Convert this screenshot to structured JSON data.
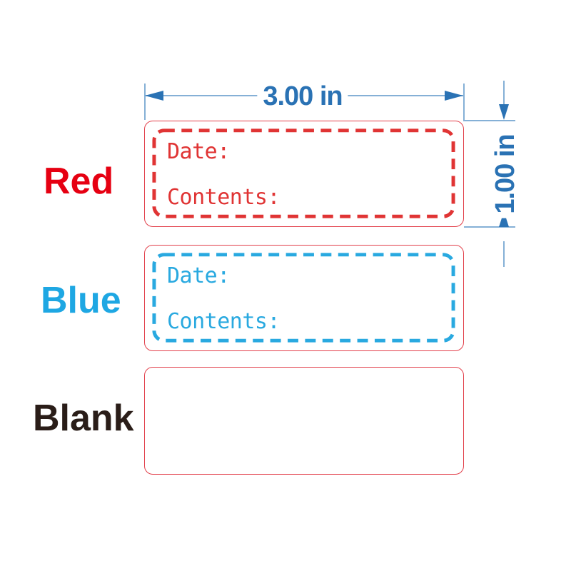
{
  "diagram": {
    "width_dimension": "3.00 in",
    "height_dimension": "1.00 in"
  },
  "rows": [
    {
      "title": "Red",
      "date_label": "Date:",
      "contents_label": "Contents:"
    },
    {
      "title": "Blue",
      "date_label": "Date:",
      "contents_label": "Contents:"
    },
    {
      "title": "Blank"
    }
  ],
  "colors": {
    "dimension-text": "#2a72b4",
    "dimension-line": "#85b0d6",
    "red-accent": "#e03434",
    "red-title": "#e60012",
    "blue-accent": "#29a9e0",
    "blue-title": "#1ea7e3",
    "blank-title": "#2a1d18",
    "label-border": "#e2404b"
  }
}
